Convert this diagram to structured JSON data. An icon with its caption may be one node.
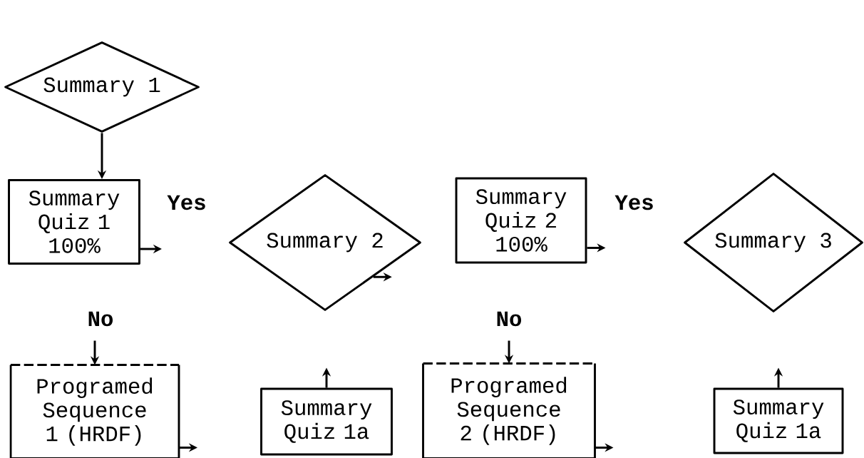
{
  "diagram": {
    "nodes": [
      {
        "text": [
          "Summary 1"
        ]
      },
      {
        "text": [
          "Summary Quiz 1 100%"
        ]
      },
      {
        "text": [
          "Summary 2"
        ]
      },
      {
        "text": [
          "Summary Quiz 2 100%"
        ]
      },
      {
        "text": [
          "Summary 3"
        ]
      },
      {
        "text": [
          "Programed Sequence 1 (HRDF)"
        ]
      },
      {
        "text": [
          "Summary Quiz 1a"
        ]
      },
      {
        "text": [
          "Programed Sequence 2 (HRDF)"
        ]
      },
      {
        "text": [
          "Summary Quiz 1a"
        ]
      }
    ],
    "edges": [
      {
        "from": 0,
        "to": 1,
        "arrow": "to"
      },
      {
        "from": 1,
        "to": null,
        "arrow": "to"
      },
      {
        "from": 2,
        "to": null,
        "arrow": "to"
      },
      {
        "from": 3,
        "to": null,
        "arrow": "to"
      },
      {
        "from": null,
        "to": 5,
        "arrow": "to"
      },
      {
        "from": 6,
        "to": null,
        "arrow": "to"
      },
      {
        "from": null,
        "to": 7,
        "arrow": "to"
      },
      {
        "from": 7,
        "to": null,
        "arrow": "to"
      },
      {
        "from": 8,
        "to": null,
        "arrow": "to"
      },
      {
        "from": 5,
        "to": null,
        "arrow": "to"
      }
    ],
    "labels": [
      "Yes",
      "Yes",
      "No",
      "No"
    ]
  }
}
